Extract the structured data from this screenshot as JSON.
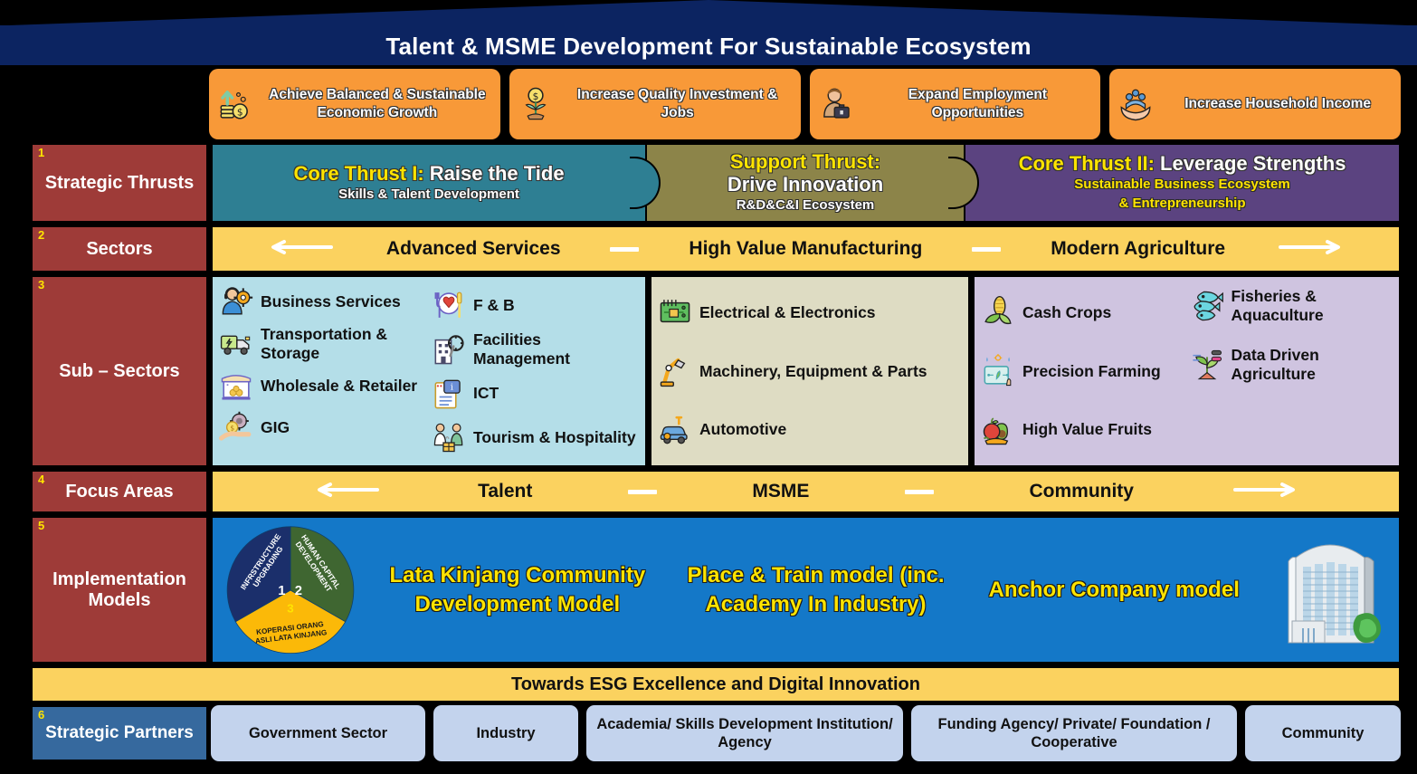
{
  "header": {
    "title": "Talent & MSME Development For Sustainable Ecosystem"
  },
  "goals": [
    {
      "icon": "coins-growth-icon",
      "label": "Achieve Balanced & Sustainable Economic Growth"
    },
    {
      "icon": "money-plant-icon",
      "label": "Increase Quality Investment & Jobs"
    },
    {
      "icon": "businessman-icon",
      "label": "Expand Employment Opportunities"
    },
    {
      "icon": "hands-family-icon",
      "label": "Increase Household Income"
    }
  ],
  "rows": {
    "thrusts": {
      "number": "1",
      "label": "Strategic Thrusts"
    },
    "sectors": {
      "number": "2",
      "label": "Sectors"
    },
    "sub": {
      "number": "3",
      "label": "Sub – Sectors"
    },
    "focus": {
      "number": "4",
      "label": "Focus Areas"
    },
    "impl": {
      "number": "5",
      "label": "Implementation Models"
    },
    "partners": {
      "number": "6",
      "label": "Strategic Partners"
    }
  },
  "thrusts": [
    {
      "prefix": "Core Thrust I:",
      "title": "Raise the Tide",
      "subtitle": "Skills & Talent Development",
      "color": "#2E7F93",
      "layout": "inline"
    },
    {
      "prefix": "Support Thrust:",
      "title": "Drive Innovation",
      "subtitle": "R&D&C&I Ecosystem",
      "color": "#8C8449",
      "layout": "stacked"
    },
    {
      "prefix": "Core Thrust II:",
      "title": "Leverage Strengths",
      "subtitle": "Sustainable Business Ecosystem",
      "subtitle2": "& Entrepreneurship",
      "color": "#5B4380",
      "layout": "inline"
    }
  ],
  "sectors": {
    "items": [
      "Advanced Services",
      "High Value Manufacturing",
      "Modern Agriculture"
    ]
  },
  "sub_sectors": {
    "advanced_services": {
      "col_left": [
        {
          "icon": "support-agent-gear-icon",
          "label": "Business Services"
        },
        {
          "icon": "electric-truck-icon",
          "label": "Transportation & Storage"
        },
        {
          "icon": "storefront-icon",
          "label": "Wholesale & Retailer"
        },
        {
          "icon": "hand-coin-gear-icon",
          "label": "GIG"
        }
      ],
      "col_right": [
        {
          "icon": "plate-cutlery-icon",
          "label": "F & B"
        },
        {
          "icon": "building-wrench-icon",
          "label": "Facilities Management"
        },
        {
          "icon": "document-info-icon",
          "label": "ICT"
        },
        {
          "icon": "hospitality-icon",
          "label": "Tourism & Hospitality"
        }
      ]
    },
    "high_value_manufacturing": [
      {
        "icon": "circuit-board-icon",
        "label": "Electrical & Electronics"
      },
      {
        "icon": "robot-arm-icon",
        "label": "Machinery, Equipment & Parts"
      },
      {
        "icon": "car-wrench-icon",
        "label": "Automotive"
      }
    ],
    "modern_agriculture": {
      "col_left": [
        {
          "icon": "corn-icon",
          "label": "Cash Crops"
        },
        {
          "icon": "smart-farm-icon",
          "label": "Precision Farming"
        },
        {
          "icon": "fruits-icon",
          "label": "High Value Fruits"
        }
      ],
      "col_right": [
        {
          "icon": "fish-icon",
          "label": "Fisheries & Aquaculture"
        },
        {
          "icon": "data-plant-icon",
          "label": "Data Driven Agriculture"
        }
      ]
    }
  },
  "focus_areas": {
    "items": [
      "Talent",
      "MSME",
      "Community"
    ]
  },
  "implementation_models": {
    "pie": {
      "segments": [
        {
          "number": "1",
          "label": "INFRSTRUCTURE UPGRADING",
          "color": "#1B2F6B"
        },
        {
          "number": "2",
          "label": "HUMAN CAPITAL DEVELOPMENT",
          "color": "#3F6631"
        },
        {
          "number": "3",
          "label": "KOPERASI ORANG ASLI LATA KINJANG",
          "color": "#FBB908"
        }
      ]
    },
    "models": [
      "Lata Kinjang Community Development Model",
      "Place & Train model (inc. Academy In Industry)",
      "Anchor Company model"
    ],
    "building_icon": "office-tower-icon"
  },
  "esg_banner": {
    "text": "Towards ESG Excellence and Digital Innovation"
  },
  "partners": [
    "Government Sector",
    "Industry",
    "Academia/ Skills Development Institution/ Agency",
    "Funding Agency/ Private/ Foundation / Cooperative",
    "Community"
  ],
  "colors": {
    "navy": "#0C2461",
    "orange": "#F89938",
    "maroon": "#9E3B38",
    "steel_blue": "#36699E",
    "yellow_band": "#FBD25F",
    "teal": "#2E7F93",
    "olive": "#8C8449",
    "purple": "#5B4380",
    "light_blue_panel": "#B4DEE8",
    "khaki_panel": "#DEDCC3",
    "lavender_panel": "#CFC4E0",
    "impl_blue": "#1478C8",
    "partner_box": "#C3D3ED",
    "accent_yellow": "#FFE400"
  }
}
